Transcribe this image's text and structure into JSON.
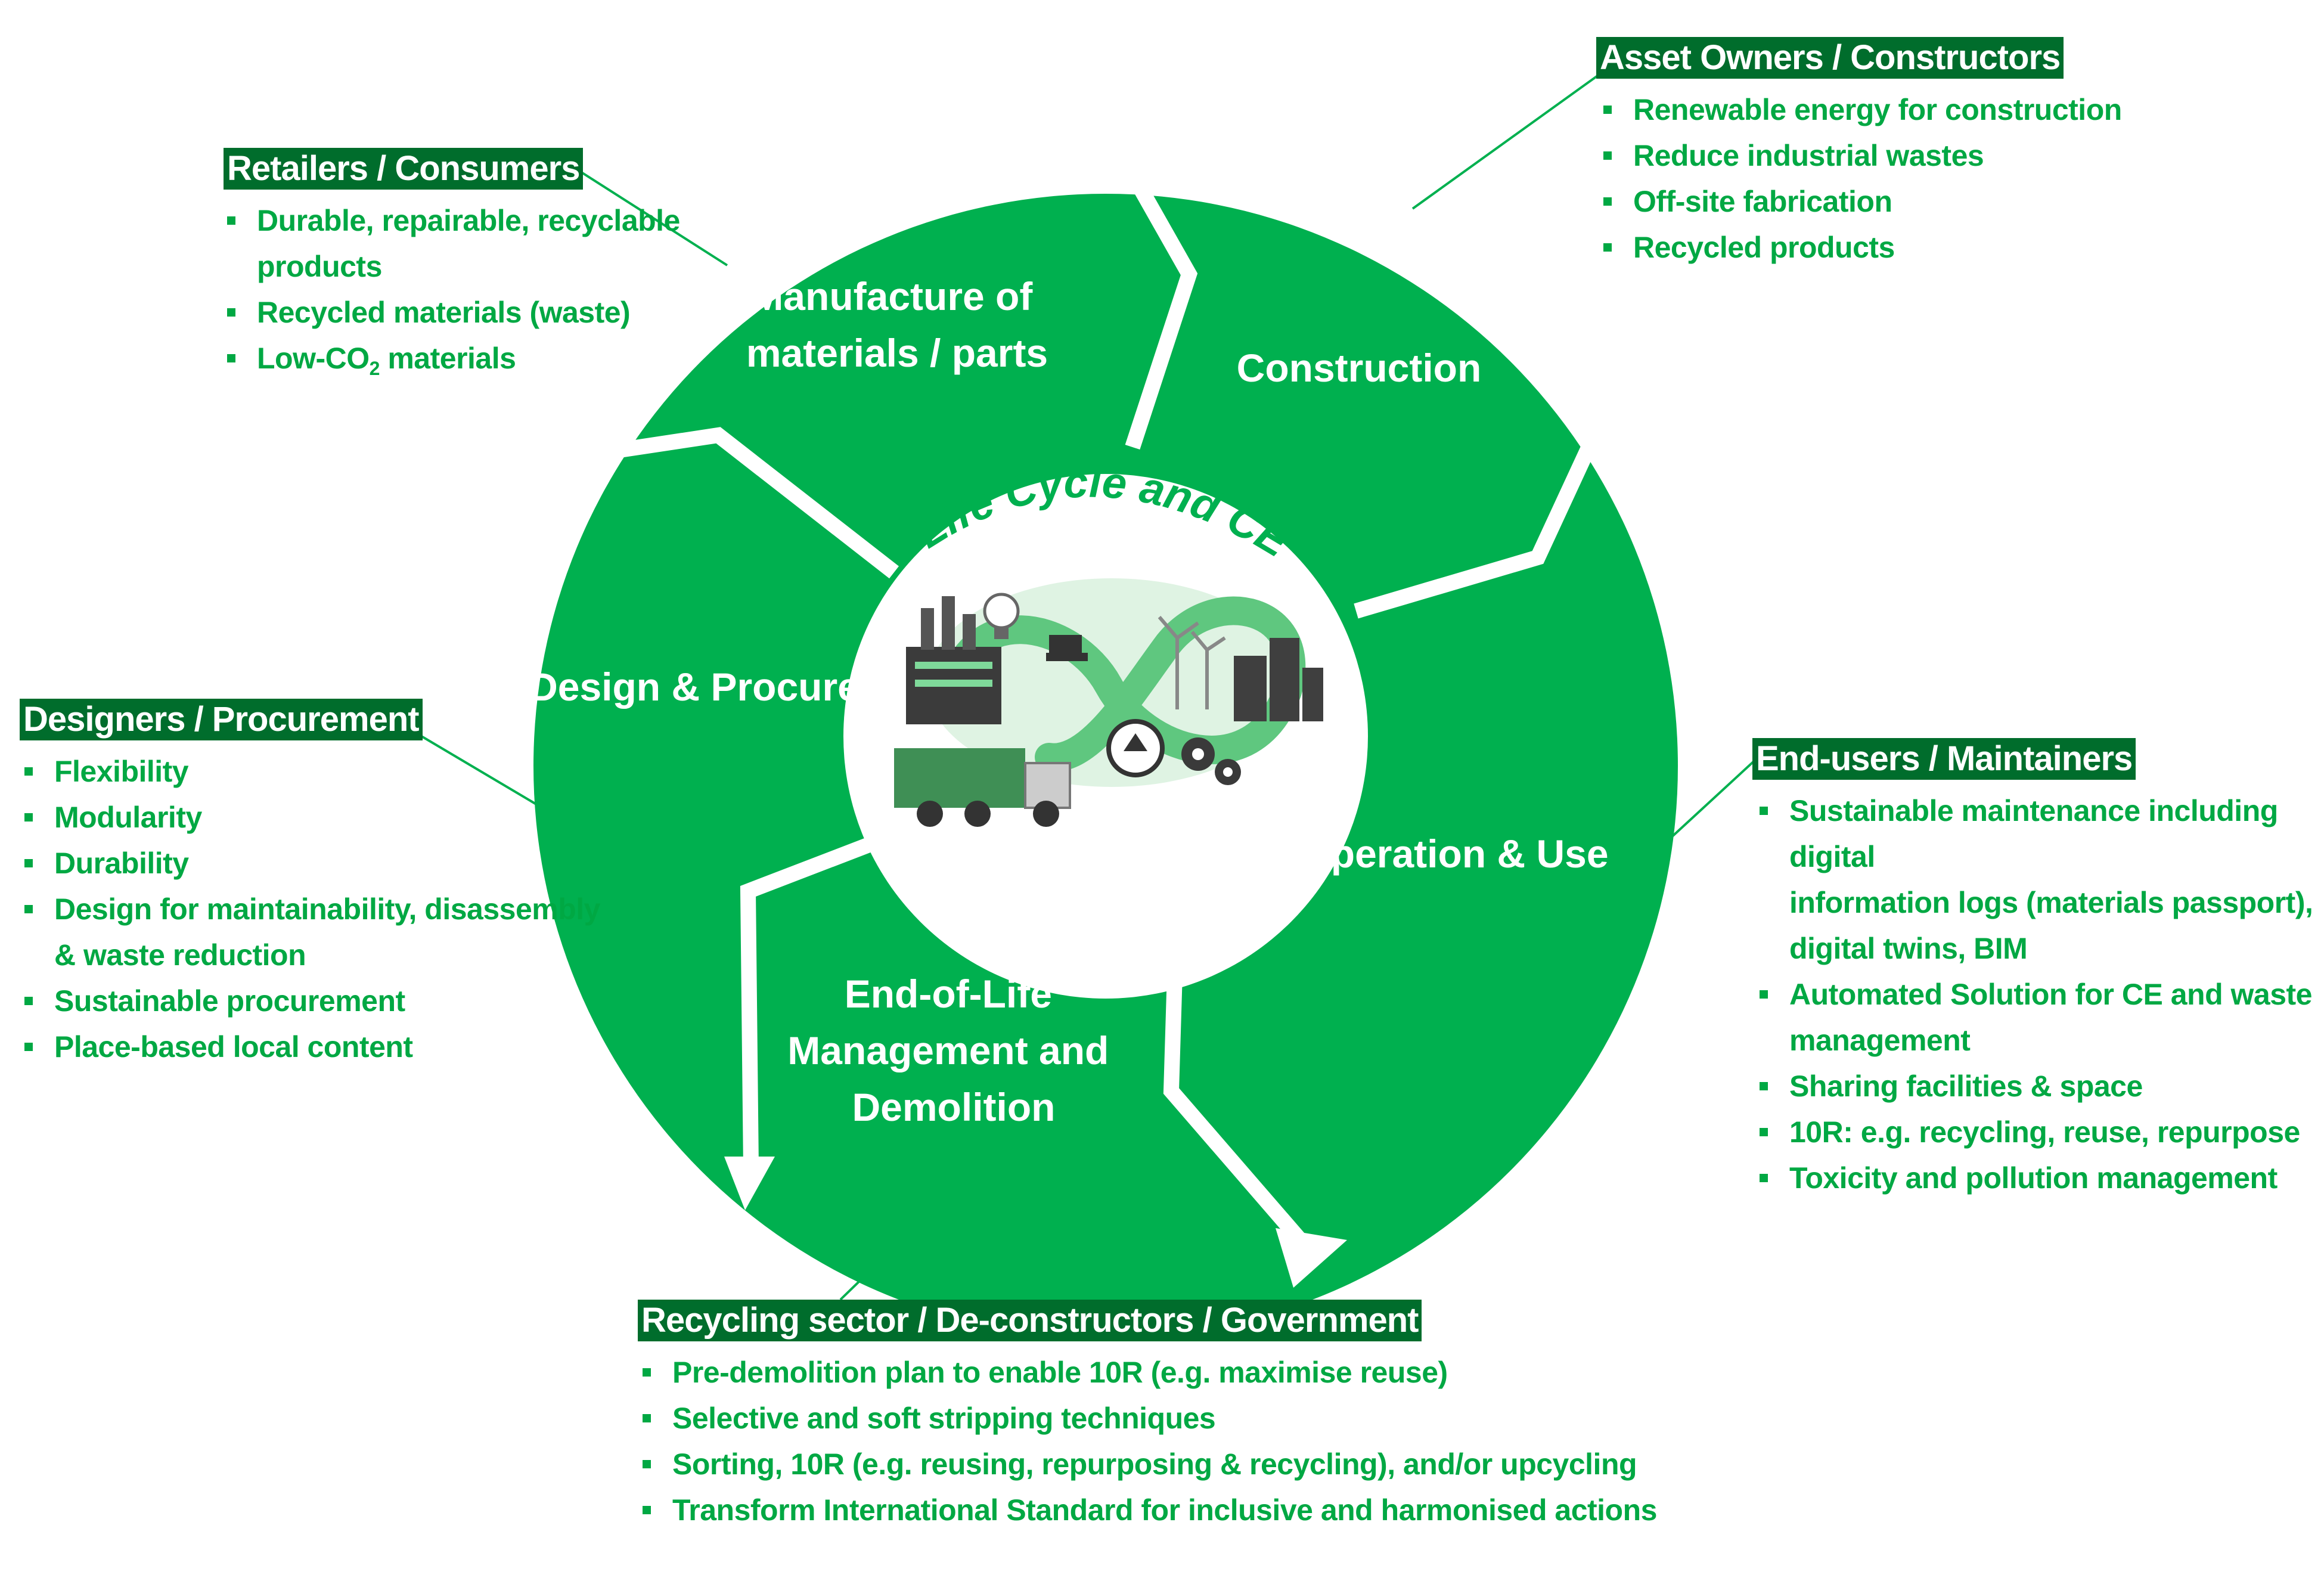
{
  "center": {
    "title": "Life Cycle and CE"
  },
  "stages": {
    "manufacture": [
      "Manufacture of",
      "materials / parts"
    ],
    "construction": [
      "Construction"
    ],
    "operation": [
      "Operation & Use"
    ],
    "end_of_life": [
      "End-of-Life",
      "Management and",
      "Demolition"
    ],
    "design": [
      "Design & Procure"
    ]
  },
  "panels": {
    "retailers": {
      "title": "Retailers / Consumers",
      "items": [
        "Durable, repairable, recyclable",
        "products",
        "Recycled materials (waste)",
        "Low-CO",
        "2",
        "materials"
      ]
    },
    "asset_owners": {
      "title": "Asset Owners / Constructors",
      "items": [
        "Renewable energy for construction",
        "Reduce industrial wastes",
        "Off-site fabrication",
        "Recycled products"
      ]
    },
    "designers": {
      "title": "Designers / Procurement",
      "items": [
        "Flexibility",
        "Modularity",
        "Durability",
        "Design for maintainability, disassembly",
        "& waste reduction",
        "Sustainable procurement",
        "Place-based local content"
      ]
    },
    "end_users": {
      "title": "End-users / Maintainers",
      "items": [
        "Sustainable maintenance including digital",
        "information logs (materials passport),",
        "digital twins, BIM",
        "Automated Solution for CE and waste",
        "management",
        "Sharing facilities & space",
        "10R: e.g. recycling, reuse, repurpose",
        "Toxicity and pollution management"
      ]
    },
    "recycling": {
      "title": "Recycling sector / De-constructors / Government",
      "items": [
        "Pre-demolition plan to enable 10R (e.g. maximise reuse)",
        "Selective and soft stripping techniques",
        "Sorting, 10R (e.g. reusing, repurposing & recycling), and/or upcycling",
        "Transform International Standard for inclusive and harmonised actions"
      ]
    }
  },
  "colors": {
    "ring": "#00b04f",
    "title_bg": "#006d2c",
    "text": "#00a843"
  }
}
